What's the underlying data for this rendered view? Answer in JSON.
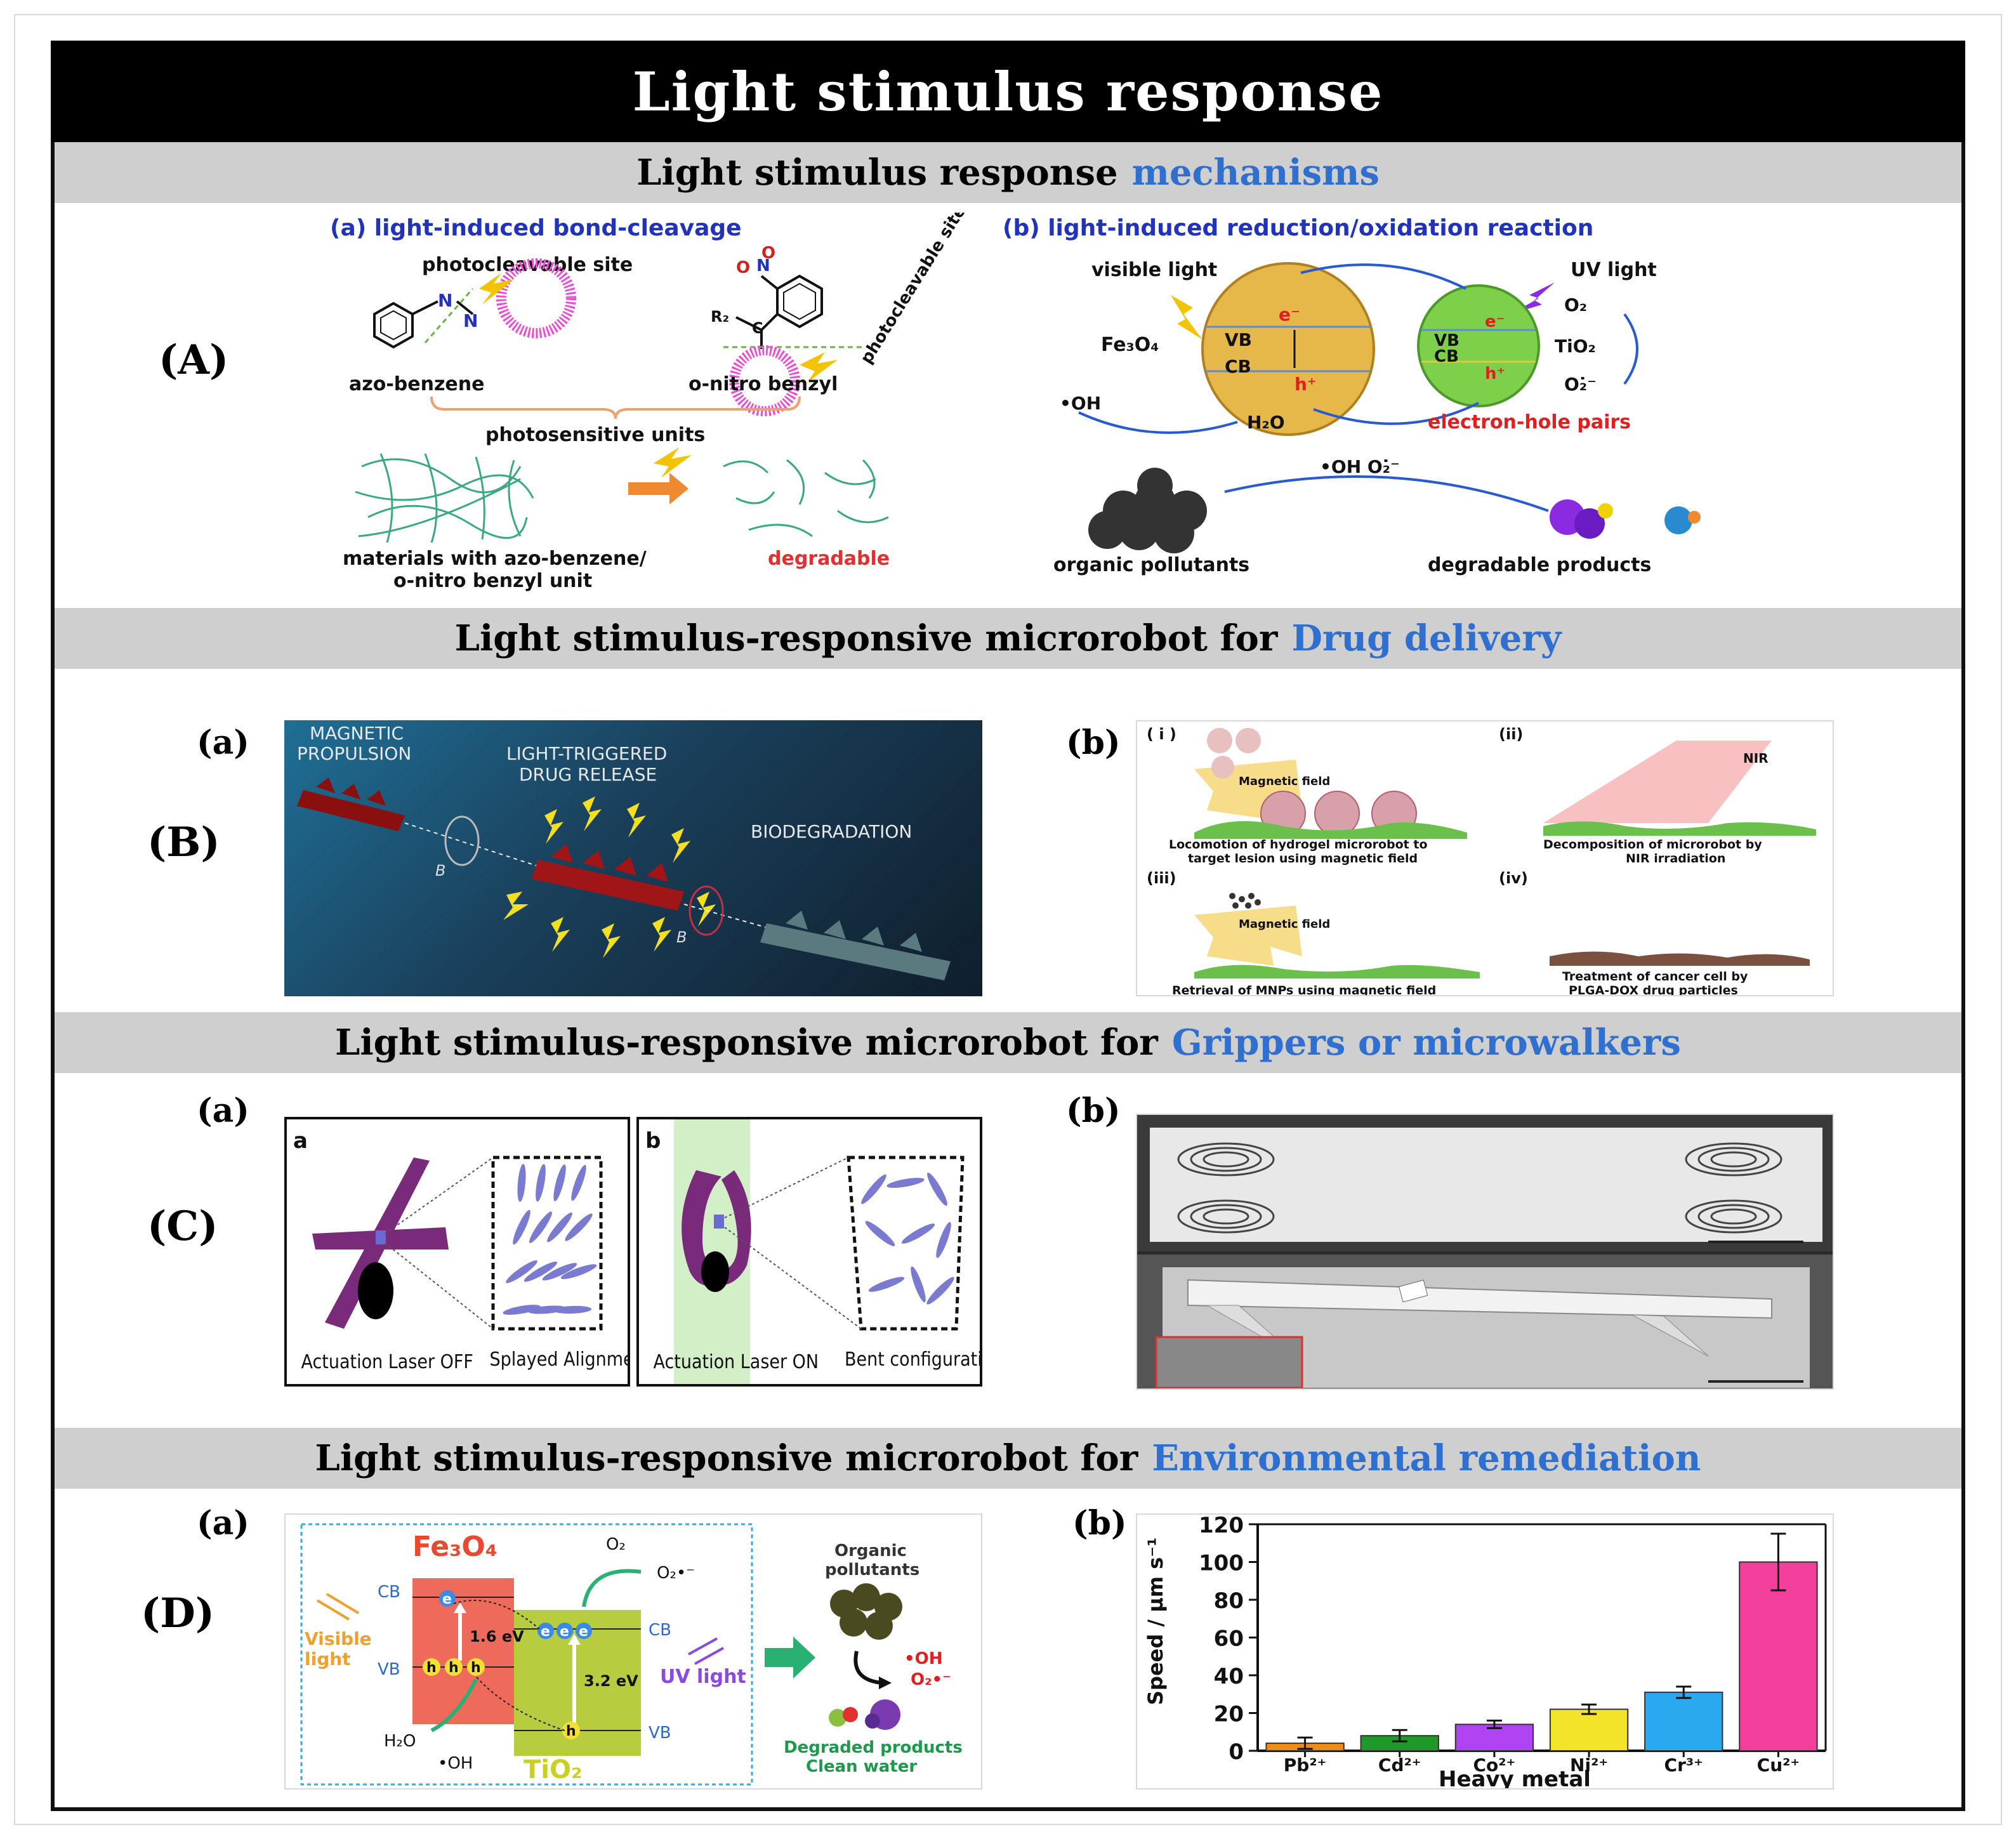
{
  "title": "Light stimulus response",
  "sections": {
    "A": {
      "bar_prefix": "Light stimulus response",
      "bar_highlight": "mechanisms",
      "row_label": "(A)",
      "a_title": "(a) light-induced bond-cleavage",
      "photocleavable_site": "photocleavable site",
      "photocleavable_site_rot": "photocleavable site",
      "azo_benzene": "azo-benzene",
      "o_nitro_benzyl": "o-nitro benzyl",
      "photosensitive_units": "photosensitive units",
      "materials_line1": "materials with azo-benzene/",
      "materials_line2": "o-nitro benzyl unit",
      "degradable": "degradable",
      "b_title": "(b) light-induced reduction/oxidation reaction",
      "visible_light": "visible light",
      "uv_light": "UV light",
      "fe3o4": "Fe₃O₄",
      "tio2": "TiO₂",
      "vb": "VB",
      "cb": "CB",
      "e_minus": "e⁻",
      "h_plus": "h⁺",
      "o2": "O₂",
      "o2_radical": "O₂̇⁻",
      "oh": "•OH",
      "h2o": "H₂O",
      "electron_hole_pairs": "electron-hole pairs",
      "oh_o2": "•OH  O₂̇⁻",
      "organic_pollutants": "organic pollutants",
      "degradable_products": "degradable products"
    },
    "B": {
      "bar_prefix": "Light stimulus-responsive microrobot for",
      "bar_highlight": "Drug delivery",
      "row_label": "(B)",
      "sub_a": "(a)",
      "sub_b": "(b)",
      "magnetic_propulsion_1": "MAGNETIC",
      "magnetic_propulsion_2": "PROPULSION",
      "light_triggered_1": "LIGHT-TRIGGERED",
      "light_triggered_2": "DRUG RELEASE",
      "biodegradation": "BIODEGRADATION",
      "b_field": "B",
      "i": "( i )",
      "ii": "(ii)",
      "iii": "(iii)",
      "iv": "(iv)",
      "magnetic_field": "Magnetic field",
      "nir": "NIR",
      "cap_i_1": "Locomotion of hydrogel microrobot to",
      "cap_i_2": "target lesion using magnetic field",
      "cap_ii_1": "Decomposition of microrobot by",
      "cap_ii_2": "NIR irradiation",
      "cap_iii": "Retrieval of MNPs using magnetic field",
      "cap_iv_1": "Treatment of cancer cell by",
      "cap_iv_2": "PLGA-DOX drug particles"
    },
    "C": {
      "bar_prefix": "Light stimulus-responsive microrobot for",
      "bar_highlight": "Grippers or microwalkers",
      "row_label": "(C)",
      "sub_a": "(a)",
      "sub_b": "(b)",
      "pa": "a",
      "pb": "b",
      "laser_off": "Actuation Laser OFF",
      "splayed": "Splayed Alignment",
      "laser_on": "Actuation Laser ON",
      "bent": "Bent configuration"
    },
    "D": {
      "bar_prefix": "Light stimulus-responsive microrobot for",
      "bar_highlight": "Environmental remediation",
      "row_label": "(D)",
      "sub_a": "(a)",
      "sub_b": "(b)",
      "fe3o4": "Fe₃O₄",
      "tio2": "TiO₂",
      "cb": "CB",
      "vb": "VB",
      "gap1": "1.6 eV",
      "gap2": "3.2 eV",
      "e": "e",
      "h": "h",
      "o2": "O₂",
      "o2_radical": "O₂•⁻",
      "visible_1": "Visible",
      "visible_2": "light",
      "uv_light": "UV light",
      "h2o": "H₂O",
      "oh": "•OH",
      "organic_1": "Organic",
      "organic_2": "pollutants",
      "oh2": "•OH",
      "o2_radical2": "O₂•⁻",
      "degraded_1": "Degraded products",
      "degraded_2": "Clean water"
    }
  },
  "chart_data": {
    "type": "bar",
    "categories": [
      "Pb²⁺",
      "Cd²⁺",
      "Co²⁺",
      "Ni²⁺",
      "Cr³⁺",
      "Cu²⁺"
    ],
    "values": [
      4,
      8,
      14,
      22,
      31,
      100
    ],
    "errors": [
      3,
      3,
      2,
      2.5,
      3,
      15
    ],
    "colors": [
      "#f08a18",
      "#1f9a2a",
      "#b044f2",
      "#f2e428",
      "#2aa9f0",
      "#f2409c"
    ],
    "xlabel": "Heavy metal",
    "ylabel": "Speed / μm s⁻¹",
    "ylim": [
      0,
      120
    ],
    "yticks": [
      0,
      20,
      40,
      60,
      80,
      100,
      120
    ]
  }
}
